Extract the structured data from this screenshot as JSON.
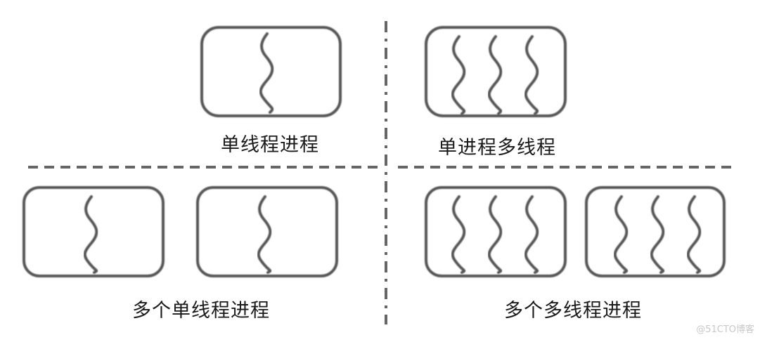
{
  "labels": {
    "single_thread_process": "单线程进程",
    "single_process_multi_thread": "单进程多线程",
    "multi_single_thread_process": "多个单线程进程",
    "multi_multi_thread_process": "多个多线程进程"
  },
  "watermark": "@51CTO博客",
  "quadrants": [
    {
      "id": "single_thread_process",
      "processes": 1,
      "threads_per_process": 1
    },
    {
      "id": "single_process_multi_thread",
      "processes": 1,
      "threads_per_process": 3
    },
    {
      "id": "multi_single_thread_process",
      "processes": 2,
      "threads_per_process": 1
    },
    {
      "id": "multi_multi_thread_process",
      "processes": 2,
      "threads_per_process": 3
    }
  ],
  "colors": {
    "box_border": "#555555",
    "thread": "#555555",
    "divider": "#666666",
    "text": "#1a1a1a"
  }
}
